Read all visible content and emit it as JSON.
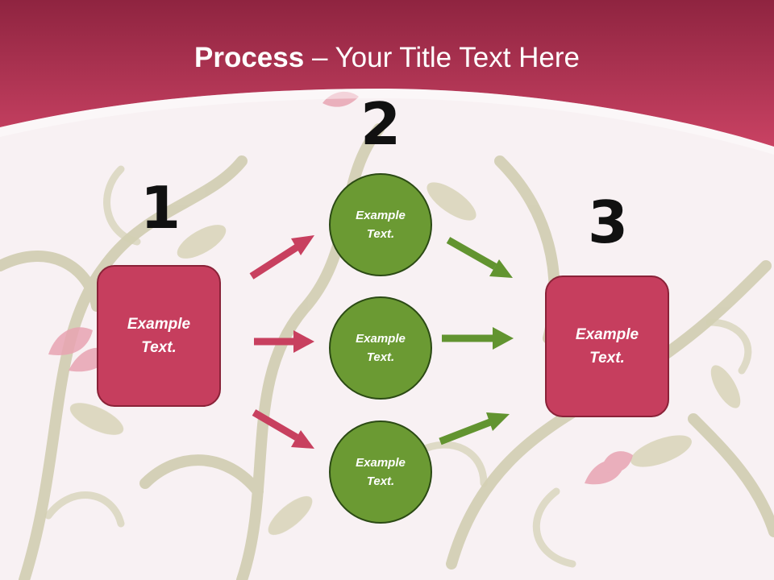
{
  "slide": {
    "title_strong": "Process",
    "title_rest": " – Your Title Text Here"
  },
  "steps": [
    {
      "number": "1",
      "label": "Example Text."
    },
    {
      "number": "2",
      "items": [
        "Example Text.",
        "Example Text.",
        "Example Text."
      ]
    },
    {
      "number": "3",
      "label": "Example Text."
    }
  ],
  "colors": {
    "header": "#c23c5b",
    "box_fill": "#c63e5e",
    "circle_fill": "#6b9a33",
    "arrow_pink": "#c8405f",
    "arrow_green": "#629430"
  }
}
